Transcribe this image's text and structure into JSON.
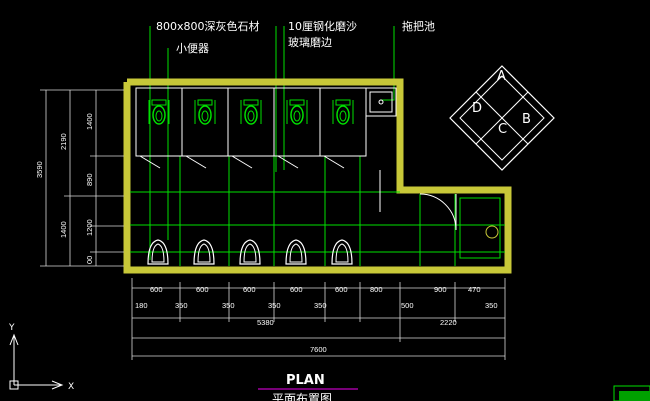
{
  "annotations": {
    "stone": "800x800深灰色石材",
    "urinal": "小便器",
    "glass_line1": "10厘钢化磨沙",
    "glass_line2": "玻璃磨边",
    "mop_sink": "拖把池"
  },
  "compass": {
    "a": "A",
    "b": "B",
    "c": "C",
    "d": "D"
  },
  "title": {
    "main": "PLAN",
    "sub": "平面布置图"
  },
  "dims_left": {
    "outer": "3590",
    "total_upper": "2190",
    "total_lower": "1400",
    "stall": "1400",
    "s2": "890",
    "s3": "1200",
    "s4": "00"
  },
  "dims_bottom_row1": [
    "600",
    "600",
    "600",
    "600",
    "600",
    "800",
    "900",
    "470"
  ],
  "dims_bottom_row2": [
    "180",
    "350",
    "350",
    "350",
    "350",
    "500",
    "350"
  ],
  "dims_bottom_row3": [
    "5380",
    "2220"
  ],
  "dims_bottom_row4": [
    "7600"
  ],
  "ucs": {
    "x": "X",
    "y": "Y"
  },
  "colors": {
    "wall": "#c8c838",
    "fixture": "#00e000",
    "text": "#ffffff",
    "accent_title_underline": "#c000c0"
  }
}
